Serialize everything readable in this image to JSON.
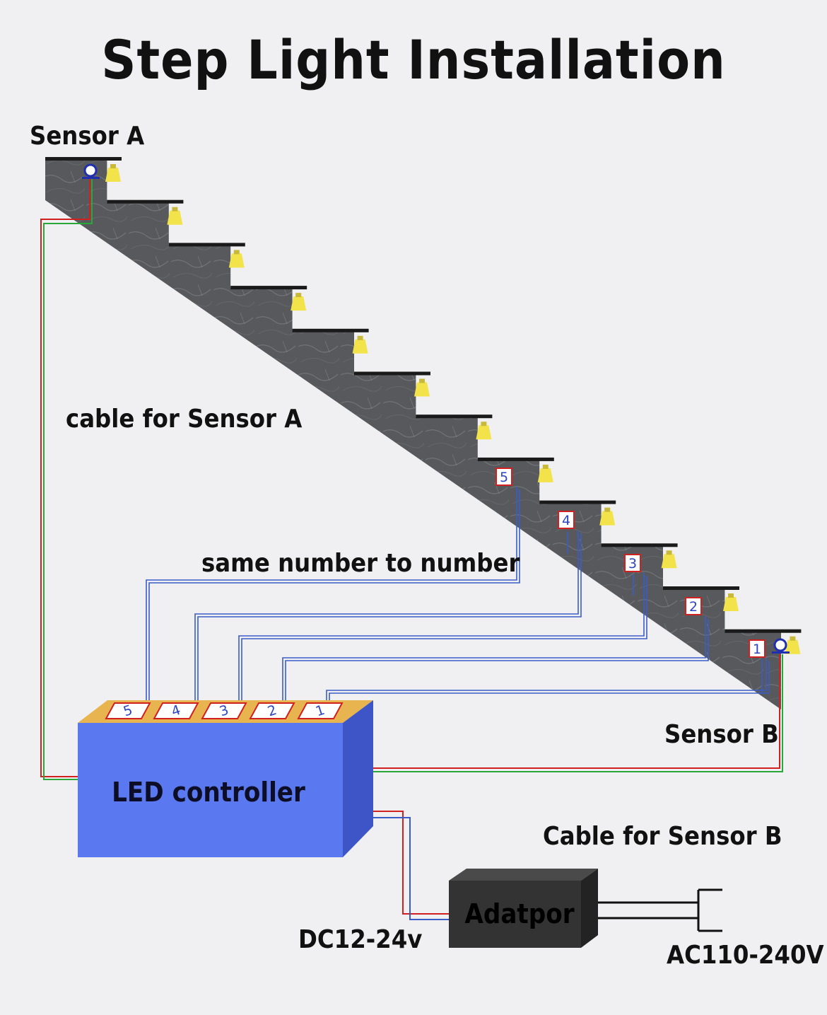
{
  "title": "Step Light Installation",
  "labels": {
    "sensor_a": "Sensor A",
    "cable_sensor_a": "cable for Sensor A",
    "same_number": "same number to number",
    "sensor_b": "Sensor B",
    "led_controller": "LED controller",
    "cable_sensor_b": "Cable for Sensor B",
    "dc_voltage": "DC12-24v",
    "ac_voltage": "AC110-240V",
    "adapter": "Adatpor"
  },
  "stair_tags": [
    "5",
    "4",
    "3",
    "2",
    "1"
  ],
  "controller_ports": [
    "5",
    "4",
    "3",
    "2",
    "1"
  ],
  "colors": {
    "stair": "#55575a",
    "step_edge": "#1a1a1a",
    "lamp": "#f3e34a",
    "controller_front": "#5a78ef",
    "controller_side": "#3d55c6",
    "controller_top": "#e8b450",
    "adapter": "#333333",
    "wire_red": "#d02020",
    "wire_green": "#28a838",
    "wire_blue": "#3a5cc8",
    "sensor": "#1f2fb0"
  }
}
